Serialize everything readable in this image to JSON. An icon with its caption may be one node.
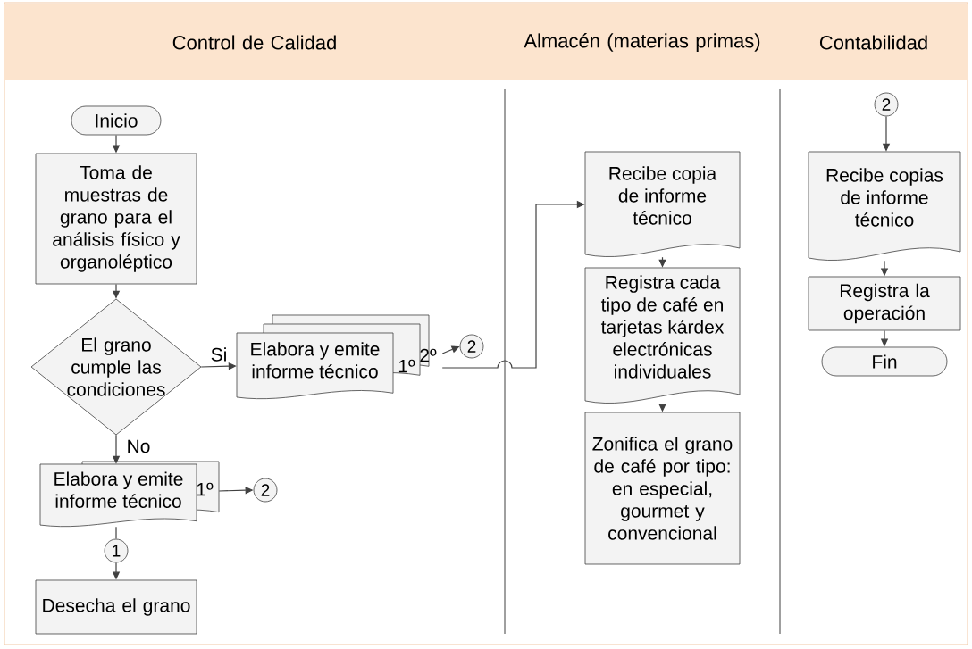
{
  "diagram": {
    "nodes": [
      {
        "text": [
          "Control de Calidad"
        ]
      },
      {
        "text": [
          "Almacén (materias primas)"
        ]
      },
      {
        "text": [
          "Contabilidad"
        ]
      },
      {
        "text": [
          "Inicio"
        ]
      },
      {
        "text": [
          "Toma de muestras de grano para el análisis físico y organoléptico"
        ]
      },
      {
        "text": [
          "El grano cumple las condiciones"
        ]
      },
      {
        "text": [
          "Elabora y emite informe técnico"
        ],
        "beside": [
          "1º",
          "2º"
        ]
      },
      {
        "text": [
          "2"
        ]
      },
      {
        "text": [
          "Elabora y emite informe técnico"
        ],
        "beside": [
          "1º"
        ]
      },
      {
        "text": [
          "2"
        ]
      },
      {
        "text": [
          "1"
        ]
      },
      {
        "text": [
          "Desecha el grano"
        ]
      },
      {
        "text": [
          "Recibe copia de informe técnico"
        ]
      },
      {
        "text": [
          "Registra cada tipo de café en tarjetas kárdex electrónicas individuales"
        ]
      },
      {
        "text": [
          "Zonifica el grano de café por tipo: en especial, gourmet y convencional"
        ]
      },
      {
        "text": [
          "2"
        ]
      },
      {
        "text": [
          "Recibe copias de informe técnico"
        ]
      },
      {
        "text": [
          "Registra la operación"
        ]
      },
      {
        "text": [
          "Fin"
        ]
      }
    ],
    "edges": [
      {
        "from": 3,
        "to": 4,
        "arrow": "to"
      },
      {
        "from": 4,
        "to": 5,
        "arrow": "to"
      },
      {
        "from": 5,
        "to": 6,
        "arrow": "to",
        "label": "Si"
      },
      {
        "from": 5,
        "to": 8,
        "arrow": "to",
        "label": "No"
      },
      {
        "from": 6,
        "to": 7,
        "arrow": "to"
      },
      {
        "from": 6,
        "to": 12,
        "arrow": "to"
      },
      {
        "from": 8,
        "to": 9,
        "arrow": "to"
      },
      {
        "from": 8,
        "to": 10,
        "arrow": "none"
      },
      {
        "from": 10,
        "to": 11,
        "arrow": "to"
      },
      {
        "from": 12,
        "to": 13,
        "arrow": "to"
      },
      {
        "from": 13,
        "to": 14,
        "arrow": "to"
      },
      {
        "from": 15,
        "to": 16,
        "arrow": "to"
      },
      {
        "from": 16,
        "to": 17,
        "arrow": "to"
      },
      {
        "from": 17,
        "to": 18,
        "arrow": "to"
      }
    ]
  }
}
